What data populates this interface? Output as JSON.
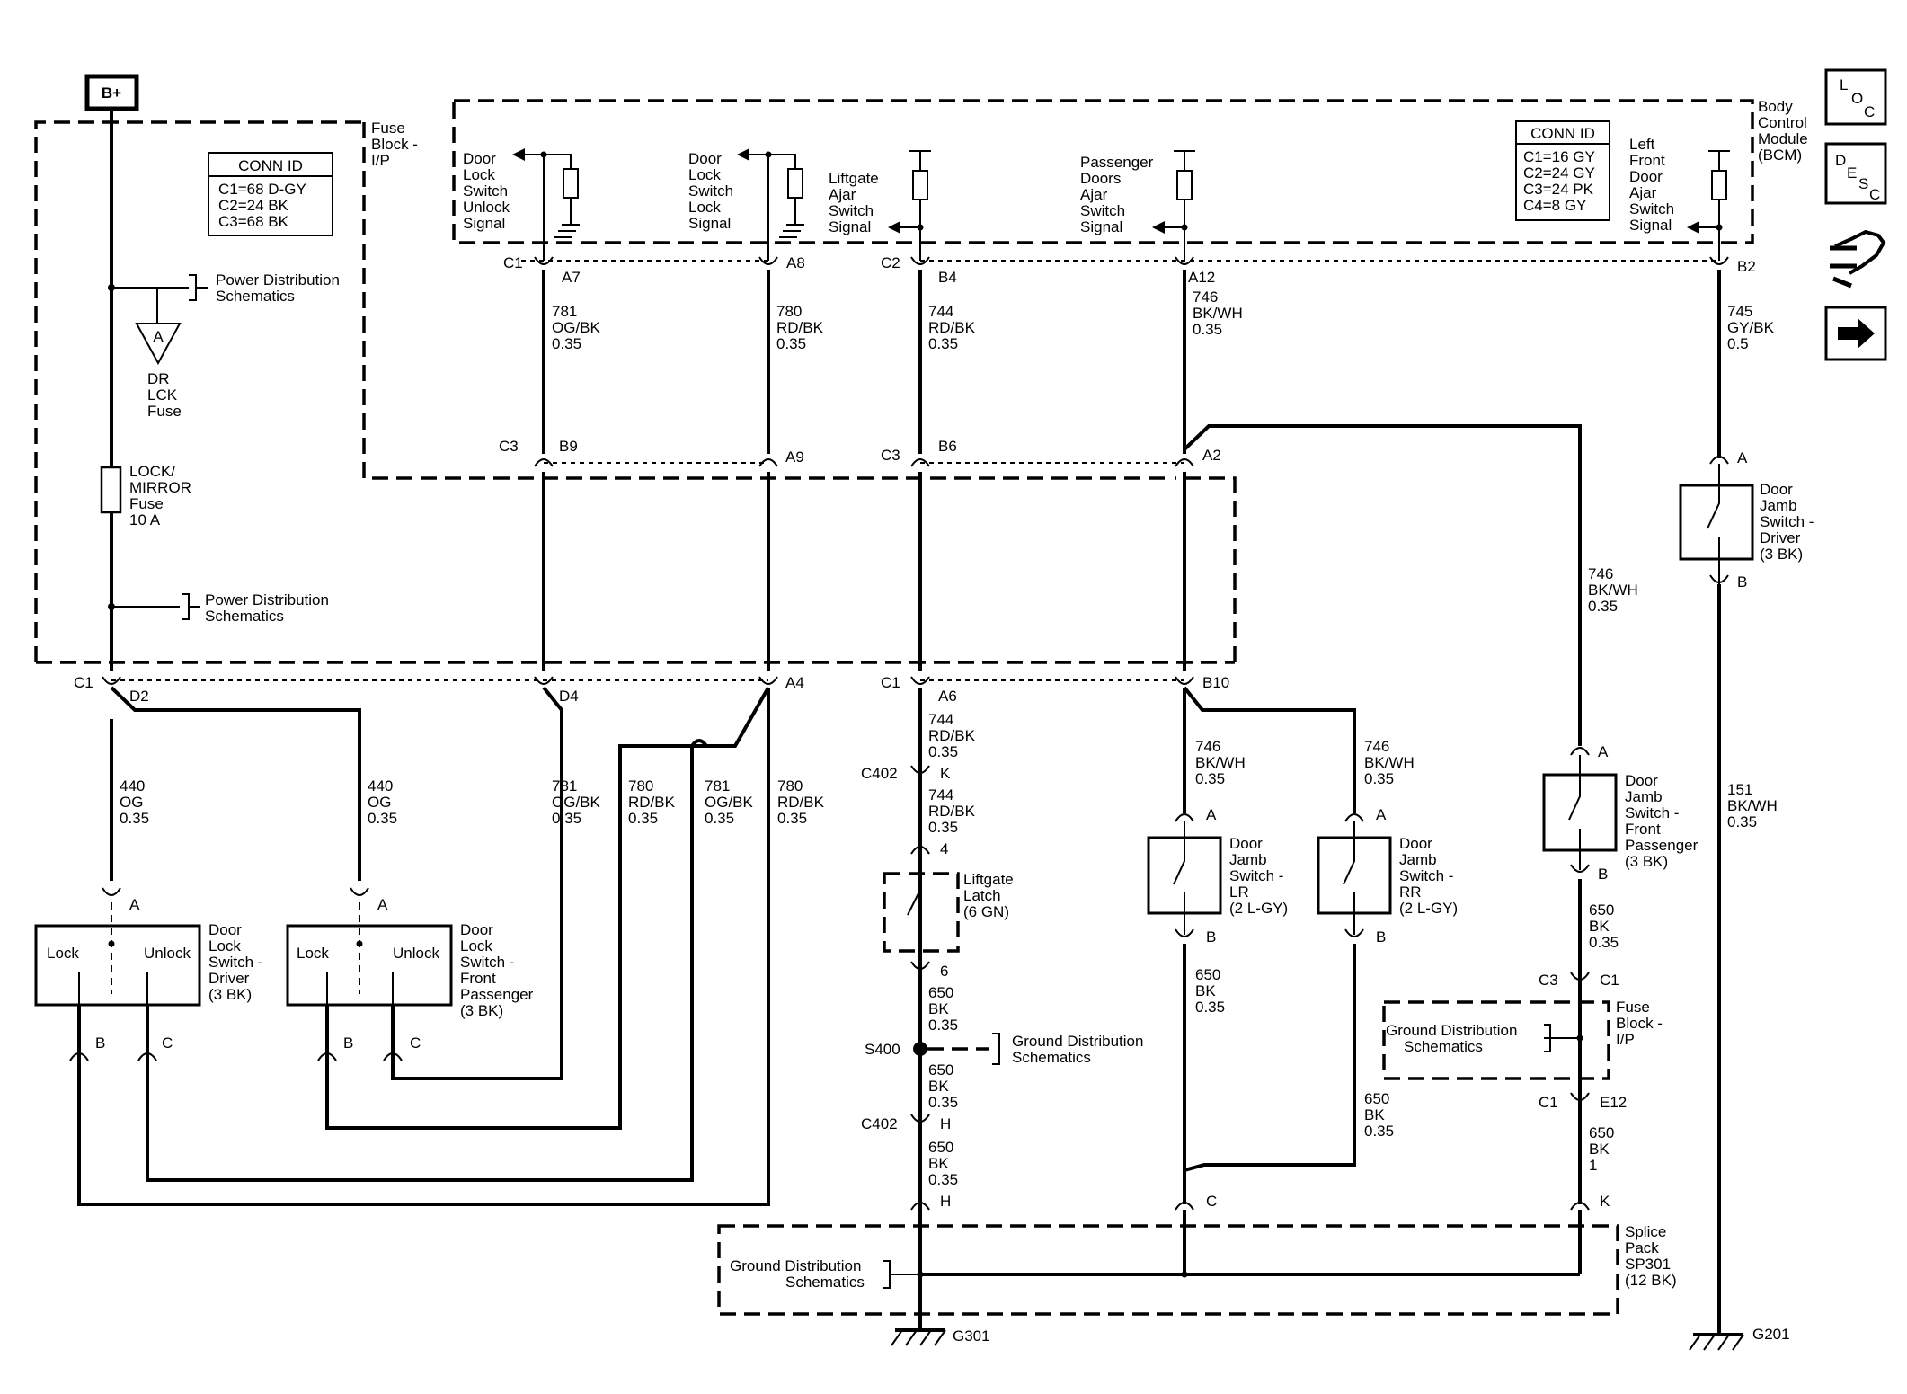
{
  "battery": "B+",
  "fuse_block": {
    "title": [
      "Fuse",
      "Block -",
      "I/P"
    ],
    "conn_id_title": "CONN ID",
    "conn_ids": [
      "C1=68 D-GY",
      "C2=24 BK",
      "C3=68 BK"
    ],
    "power_dist_1": [
      "Power Distribution",
      "Schematics"
    ],
    "power_dist_2": [
      "Power Distribution",
      "Schematics"
    ],
    "dr_lck_fuse": [
      "DR",
      "LCK",
      "Fuse"
    ],
    "triangle_label": "A",
    "lock_mirror_fuse": [
      "LOCK/",
      "MIRROR",
      "Fuse",
      "10 A"
    ]
  },
  "bcm": {
    "title": [
      "Body",
      "Control",
      "Module",
      "(BCM)"
    ],
    "conn_id_title": "CONN ID",
    "conn_ids": [
      "C1=16 GY",
      "C2=24 GY",
      "C3=24 PK",
      "C4=8 GY"
    ],
    "signals": {
      "door_unlock": [
        "Door",
        "Lock",
        "Switch",
        "Unlock",
        "Signal"
      ],
      "door_lock": [
        "Door",
        "Lock",
        "Switch",
        "Lock",
        "Signal"
      ],
      "liftgate_ajar": [
        "Liftgate",
        "Ajar",
        "Switch",
        "Signal"
      ],
      "passenger_ajar": [
        "Passenger",
        "Doors",
        "Ajar",
        "Switch",
        "Signal"
      ],
      "left_front_ajar": [
        "Left",
        "Front",
        "Door",
        "Ajar",
        "Switch",
        "Signal"
      ]
    }
  },
  "pins": {
    "c1_a7": [
      "C1",
      "A7"
    ],
    "a8": "A8",
    "c2_b4": [
      "C2",
      "B4"
    ],
    "a12": "A12",
    "b2": "B2",
    "c3_b9": [
      "C3",
      "B9"
    ],
    "a9": "A9",
    "c3_b6": [
      "C3",
      "B6"
    ],
    "a2": "A2",
    "c1_d2": [
      "C1",
      "D2"
    ],
    "d4": "D4",
    "a4": "A4",
    "c1_a6": [
      "C1",
      "A6"
    ],
    "b10": "B10"
  },
  "wires": {
    "w781_top": [
      "781",
      "OG/BK",
      "0.35"
    ],
    "w780_top": [
      "780",
      "RD/BK",
      "0.35"
    ],
    "w744_top": [
      "744",
      "RD/BK",
      "0.35"
    ],
    "w746_top": [
      "746",
      "BK/WH",
      "0.35"
    ],
    "w745": [
      "745",
      "GY/BK",
      "0.5"
    ],
    "w746_right": [
      "746",
      "BK/WH",
      "0.35"
    ],
    "w440_a": [
      "440",
      "OG",
      "0.35"
    ],
    "w440_b": [
      "440",
      "OG",
      "0.35"
    ],
    "w781_mid": [
      "781",
      "OG/BK",
      "0.35"
    ],
    "w780_mid": [
      "780",
      "RD/BK",
      "0.35"
    ],
    "w781_mid2": [
      "781",
      "OG/BK",
      "0.35"
    ],
    "w780_mid2": [
      "780",
      "RD/BK",
      "0.35"
    ],
    "w744_a": [
      "744",
      "RD/BK",
      "0.35"
    ],
    "w744_b": [
      "744",
      "RD/BK",
      "0.35"
    ],
    "w650_a": [
      "650",
      "BK",
      "0.35"
    ],
    "w650_b": [
      "650",
      "BK",
      "0.35"
    ],
    "w650_c": [
      "650",
      "BK",
      "0.35"
    ],
    "w746_lr": [
      "746",
      "BK/WH",
      "0.35"
    ],
    "w746_rr": [
      "746",
      "BK/WH",
      "0.35"
    ],
    "w650_lr": [
      "650",
      "BK",
      "0.35"
    ],
    "w650_rr": [
      "650",
      "BK",
      "0.35"
    ],
    "w650_fp": [
      "650",
      "BK",
      "0.35"
    ],
    "w650_e12": [
      "650",
      "BK",
      "1"
    ],
    "w151": [
      "151",
      "BK/WH",
      "0.35"
    ]
  },
  "components": {
    "door_jamb_driver": [
      "Door",
      "Jamb",
      "Switch -",
      "Driver",
      "(3 BK)"
    ],
    "door_lock_switch_driver": [
      "Door",
      "Lock",
      "Switch -",
      "Driver",
      "(3 BK)"
    ],
    "door_lock_switch_fp": [
      "Door",
      "Lock",
      "Switch -",
      "Front",
      "Passenger",
      "(3 BK)"
    ],
    "liftgate_latch": [
      "Liftgate",
      "Latch",
      "(6 GN)"
    ],
    "door_jamb_lr": [
      "Door",
      "Jamb",
      "Switch -",
      "LR",
      "(2 L-GY)"
    ],
    "door_jamb_rr": [
      "Door",
      "Jamb",
      "Switch -",
      "RR",
      "(2 L-GY)"
    ],
    "door_jamb_fp": [
      "Door",
      "Jamb",
      "Switch -",
      "Front",
      "Passenger",
      "(3 BK)"
    ],
    "lock_label": "Lock",
    "unlock_label": "Unlock",
    "fuse_block_ip_2": [
      "Fuse",
      "Block -",
      "I/P"
    ],
    "splice_pack": [
      "Splice",
      "Pack",
      "SP301",
      "(12 BK)"
    ]
  },
  "connectors": {
    "A": "A",
    "B": "B",
    "C": "C",
    "K": "K",
    "H": "H",
    "E12": "E12",
    "four": "4",
    "six": "6",
    "c402": "C402",
    "s400": "S400",
    "c3": "C3",
    "c1": "C1"
  },
  "ground": {
    "dist_1": [
      "Ground Distribution",
      "Schematics"
    ],
    "dist_2": [
      "Ground Distribution",
      "Schematics"
    ],
    "dist_3": [
      "Ground Distribution",
      "Schematics"
    ],
    "g301": "G301",
    "g201": "G201"
  },
  "nav": {
    "loc_letters": [
      "L",
      "O",
      "C"
    ],
    "desc_letters": [
      "D",
      "E",
      "S",
      "C"
    ]
  }
}
